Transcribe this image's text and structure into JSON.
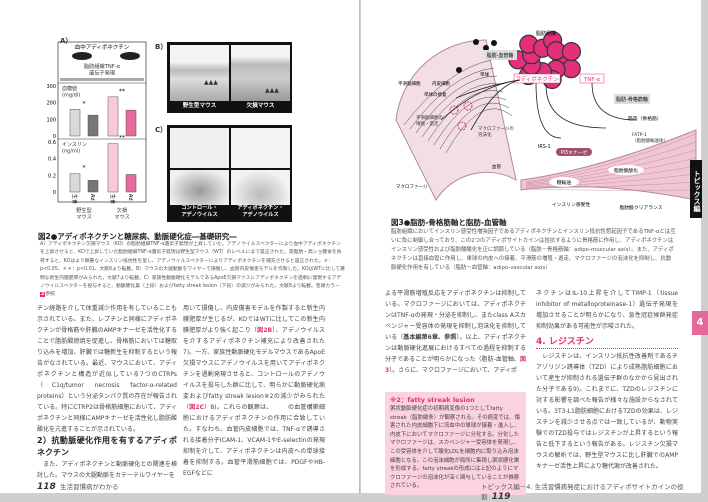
{
  "left_page": {
    "figure2": {
      "panel_a_label": "A）",
      "panel_b_label": "B）",
      "panel_c_label": "C）",
      "blot_label": "血中アディポネクチン",
      "tnf_label": "脂肪組織TNF-α\n遺伝子発現",
      "glucose": {
        "ylabel": "血糖値\n(mg/dl)",
        "ticks": [
          "300",
          "200",
          "100",
          "0"
        ],
        "ymax": 300,
        "values": [
          160,
          125,
          235,
          155
        ],
        "sig": [
          "*",
          "**"
        ]
      },
      "insulin": {
        "ylabel": "インスリン\n(ng/ml)",
        "ticks": [
          "0.6",
          "0.4",
          "0.2",
          "0"
        ],
        "ymax": 0.7,
        "values": [
          0.22,
          0.14,
          0.58,
          0.21
        ],
        "sig": [
          "*",
          "**"
        ]
      },
      "x_treatments": [
        "生食",
        "Ad",
        "生食",
        "Ad"
      ],
      "groups": [
        "野生型\nマウス",
        "欠損\nマウス"
      ],
      "panel_b_captions": [
        "野生型マウス",
        "欠損マウス"
      ],
      "panel_c_captions": [
        "コントロール・\nアデノウイルス",
        "アディポネクチン・\nアデノウイルス"
      ],
      "bar_colors": [
        "#d9d9d9",
        "#777777",
        "#f9c9d8",
        "#e8689a"
      ],
      "title": "図2●アディポネクチンと糖尿病、動脈硬化症―基礎研究―",
      "caption": "A）アディポネクチン欠損マウス（KO）の脂肪組織TNF-α遺伝子発現が上昇していた。アデノウイルスベクターにより血中アディポネクチンを上昇させると、KOで上昇していた脂肪組織TNF-α遺伝子発現は野生型マウス（WT）のレベルにまで是正された。高脂肪・高ショ糖食を負荷すると、KOはより顕著なインスリン抵抗性を呈し、アデノウイルスベクターによりアディポネクチンを補充させると是正された。＊：p<0.05、＊＊：p<0.01、文献6より転載。B）マウスの大腿動脈をワイヤーで損傷し、血管内皮傷害モデルを作製した。KOはWTに比して著明な新生内膜肥厚がみられた。文献7より転載。C）家族性動脈硬化モデルであるApoE欠損マウスにアディポネクチンを過剰に発現するアデノウイルスベクターを投与すると、動脈硬化巣（上段）およびfatty streak lesion（下段）の減少がみられた。文献8より転載。巻頭カラー",
      "color_ref": "2",
      "color_ref_suffix": "参照"
    },
    "col1": "チン経路を介して体重減少作用を有していることも示されている。また、レプチンと同様にアディポネクチンが骨格筋や肝臓のAMPキナーゼを活性化することで脂肪酸燃焼を促進し、骨格筋においては糖取り込みを増加、肝臓では糖新生を抑制するという報告がなされている。最近、マウスにおいて、アディポネクチンと構造が近似している7つのCTRPs（C1q/tumor necrosis factor-α-related proteins）という分泌タンパク質の存在が報告されている。特にCTRP2は骨格筋細胞において、アディポネクチンと同様にAMPキナーゼを活性化し脂肪酸酸化を亢進することが示されている。",
    "heading2": "2）抗動脈硬化作用を有するアディポネクチン",
    "col1_after": "　また、アディポネクチンと動脈硬化との関連を検討した。マウスの大腿動脈をカテーテルワイヤーを",
    "col2_a": "用いて損傷し、内皮傷害モデルを作製すると新生内膜肥厚が生じるが、KOではWTに比してこの新生内膜肥厚がより強く起こり（",
    "col2_ref1": "図2B",
    "col2_b": "）、アデノウイルスを介するアディポネクチン補充により改善された7)。一方、家族性動脈硬化モデルマウスであるApoE欠損マウスにアデノウイルスを用いてアディポネクチンを過剰発現させると、コントロールのアデノウイルスを投与した群に比して、明らかに動脈硬化病変およびfatty streak lesion※2の減少がみられた（",
    "col2_ref2": "図2C",
    "col2_c": "）8)。これらの観察は、　　　の血管構築細胞におけるアディポネクチンの作用に合致していた。すなわち、血管内皮細胞では、TNF-αで誘導される接着分子ICAM-1、VCAM-1やE-selectinの発現抑制を介して、アディポネクチンは内皮への単球接着を抑制する。血管平滑筋細胞では、PDGFやHB-EGFなどに",
    "footer_num": "118",
    "footer_text": "生活習慣病がわかる"
  },
  "right_page": {
    "figure3": {
      "labels": {
        "adipose": "脂肪組織",
        "fat_vessel": "脂肪-血管軸",
        "fat_muscle": "脂肪-骨格筋軸",
        "adiponectin": "アディポネクチン",
        "tnf": "TNF-α",
        "monocyte": "単球",
        "smooth": "平滑筋細胞",
        "endo": "内皮細胞",
        "adhesion": "単球の接着",
        "migration": "平滑筋細胞の\n増殖・遊走",
        "foam": "マクロファージの\n泡沫化",
        "vessel": "血管",
        "macrophage": "マクロファージ",
        "muscle": "筋肉（骨格筋）",
        "irs": "IRS-1",
        "pi3k": "PI3キナーゼ",
        "fatp": "FATP-1\n（脂肪酸輸送体）",
        "fao": "脂肪酸酸化",
        "glucose": "糖輸送",
        "ins_sens": "インスリン感受性",
        "ffa": "脂肪酸クリアランス"
      },
      "title": "図3●脂肪-骨格筋軸と脂肪-血管軸",
      "caption": "脂肪組織においてインスリン感受性増強因子であるアディポネクチンとインスリン抵抗性惹起因子であるTNF-αとは互いに負に制御し合っており、この2つのアディポサイトカインは拮抗するように骨格筋に作用し、アディポネクチンはインスリン感受性および脂肪酸酸化を正に調節している（脂肪－骨格筋軸：adipo-muscular axis）。また、アディポネクチンは直接血管に作用し、単球の内皮への接着、平滑筋の増殖・遊走、マクロファージの泡沫化を抑制し、抗動脈硬化作用を有している（脂肪－血管軸：adipo-vascular axis）"
    },
    "col1_a": "よる平滑筋増殖反応をアディポネクチンは抑制している。マクロファージにおいては、アディポネクチンはTNF-αの発現・分泌を抑制し、またclass Aスカベンジャー受容体の発現を抑制し泡沫化を抑制している（",
    "col1_bold": "基本編第6章、参照",
    "col1_b": "）。以上、アディポネクチンは動脈硬化進展におけるすべての過程を抑制する分子であることが明らかになった（脂肪-血管軸、",
    "col1_ref": "図3",
    "col1_c": "）。さらに、マクロファージにおいて、アディポ",
    "note": {
      "title": "※2：fatty streak lesion",
      "text": "粥状動脈硬化症の初期病変像の1つとしてfatty streak（脂肪線条）が観察される。その病変では、傷害された内皮細胞下に流血中の単球が接着・進入し、内皮下においてマクロファージに分化する。分化したマクロファージは、スカベンジャー受容体を発現し、この受容体を介して酸化LDLを細胞内に取り込み泡沫細胞となる。この泡沫細胞が局所に集積し粥状硬化巣を形成する。fatty streakの形成には上記のようにマクロファージの泡沫化が深く関与していることが推察されている。"
    },
    "col2_a": "ネクチンはIL-10上昇を介してTIMP-1（tissue inhibitor of metalloproteinase-1）遺伝子発現を増加させることが明らかになり、急性冠症候群発症抑制効果がある可能性が示唆された。",
    "heading4": "4. レジスチン",
    "col2_b": "　レジスチンは、インスリン抵抗性改善剤であるチアゾリジン誘導体（TZD）により成熟脂肪細胞において産生が抑制される遺伝子群のなかから見出された分子である9)。これまでに、TZDのレジスチンに対する影響を調べた報告が様々な施設からなされている。3T3-L1脂肪細胞におけるTZDの効果は、レジスチンを減少させる点では一致しているが、動物実験でのTZD投与ではレジスチンが上昇するという報告と低下するという報告がある。レジスチン欠損マウスの解析では、野生型マウスに比し肝臓でのAMPキナーゼ活性上昇により糖代謝が改善された。",
    "footer_text": "トピックス編－4. 生活習慣病発症におけるアディポサイトカインの役割",
    "footer_num": "119",
    "tab_section": "トピックス編",
    "tab_chapter": "4"
  }
}
